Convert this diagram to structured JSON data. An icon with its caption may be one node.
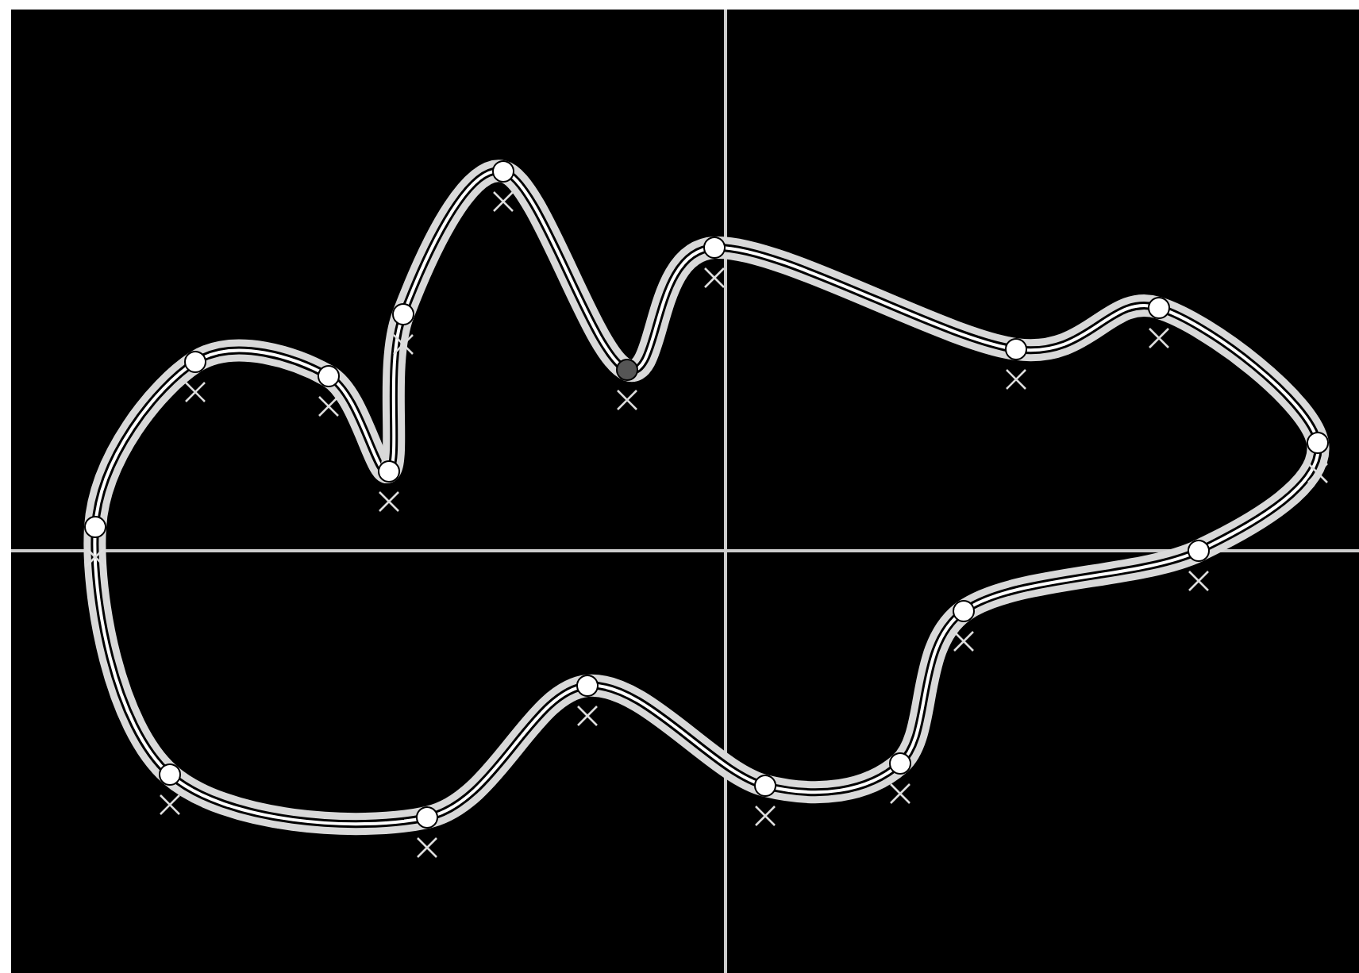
{
  "diagram": {
    "nodes": [
      {
        "text": [],
        "shape": "circle"
      },
      {
        "text": [],
        "shape": "circle"
      },
      {
        "text": [],
        "shape": "circle"
      },
      {
        "text": [],
        "shape": "circle"
      },
      {
        "text": [],
        "shape": "circle"
      },
      {
        "text": [],
        "shape": "circle"
      },
      {
        "text": [],
        "shape": "circle"
      },
      {
        "text": [],
        "shape": "circle"
      },
      {
        "text": [],
        "shape": "circle"
      },
      {
        "text": [],
        "shape": "circle"
      },
      {
        "text": [],
        "shape": "circle"
      },
      {
        "text": [],
        "shape": "circle"
      },
      {
        "text": [],
        "shape": "circle"
      },
      {
        "text": [],
        "shape": "circle"
      },
      {
        "text": [],
        "shape": "circle"
      },
      {
        "text": [],
        "shape": "circle"
      },
      {
        "text": [],
        "shape": "circle"
      },
      {
        "text": [],
        "shape": "circle"
      }
    ],
    "edges": [
      {
        "from": 0,
        "to": 1,
        "arrow": "none"
      },
      {
        "from": 1,
        "to": 2,
        "arrow": "none"
      },
      {
        "from": 2,
        "to": 3,
        "arrow": "none"
      },
      {
        "from": 3,
        "to": 4,
        "arrow": "none"
      },
      {
        "from": 4,
        "to": 5,
        "arrow": "none"
      },
      {
        "from": 5,
        "to": 6,
        "arrow": "none"
      },
      {
        "from": 6,
        "to": 7,
        "arrow": "none"
      },
      {
        "from": 7,
        "to": 8,
        "arrow": "none"
      },
      {
        "from": 8,
        "to": 9,
        "arrow": "none"
      },
      {
        "from": 9,
        "to": 10,
        "arrow": "none"
      },
      {
        "from": 10,
        "to": 11,
        "arrow": "none"
      },
      {
        "from": 11,
        "to": 12,
        "arrow": "none"
      },
      {
        "from": 12,
        "to": 13,
        "arrow": "none"
      },
      {
        "from": 13,
        "to": 14,
        "arrow": "none"
      },
      {
        "from": 14,
        "to": 15,
        "arrow": "none"
      },
      {
        "from": 15,
        "to": 16,
        "arrow": "none"
      },
      {
        "from": 16,
        "to": 17,
        "arrow": "none"
      },
      {
        "from": 17,
        "to": 0,
        "arrow": "none"
      }
    ]
  }
}
